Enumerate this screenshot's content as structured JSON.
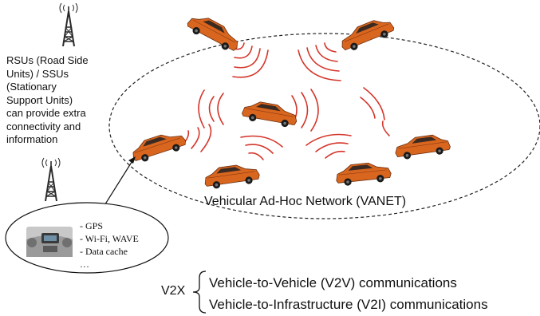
{
  "rsu_description": "RSUs (Road Side\nUnits) / SSUs\n(Stationary\nSupport Units)\ncan provide extra\nconnectivity and\ninformation",
  "vanet_label": "Vehicular Ad-Hoc Network (VANET)",
  "vehicle_features": [
    "- GPS",
    "- Wi-Fi, WAVE",
    "- Data cache",
    "…"
  ],
  "v2x": {
    "label": "V2X",
    "items": [
      "Vehicle-to-Vehicle (V2V) communications",
      "Vehicle-to-Infrastructure (V2I) communications"
    ]
  },
  "colors": {
    "signal": "#d4352a",
    "car_body": "#d9661e",
    "car_dark": "#3a2a22",
    "tower": "#2a2a2a",
    "ellipse_stroke": "#222222"
  }
}
